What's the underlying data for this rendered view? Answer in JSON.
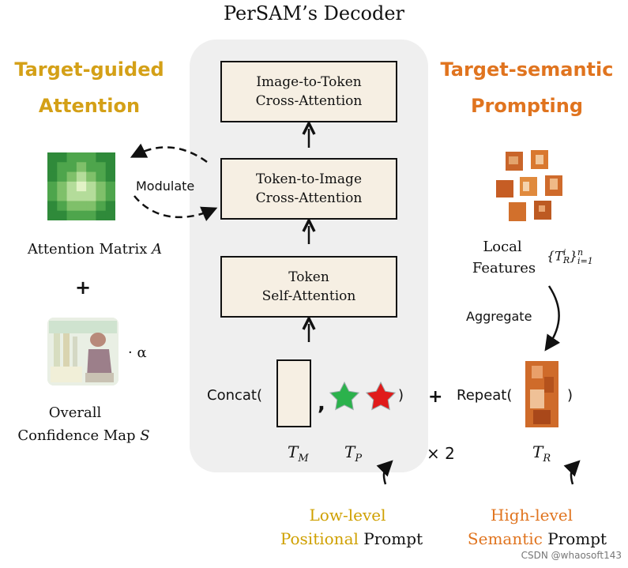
{
  "title": "PerSAM’s Decoder",
  "left": {
    "heading_line1": "Target-guided",
    "heading_line2": "Attention",
    "modulate": "Modulate",
    "attention_label": "Attention Matrix ",
    "attention_symbol": "A",
    "plus": "+",
    "alpha": "· α",
    "confidence_line1": "Overall",
    "confidence_line2": "Confidence Map ",
    "confidence_symbol": "S"
  },
  "decoder": {
    "box1_line1": "Image-to-Token",
    "box1_line2": "Cross-Attention",
    "box2_line1": "Token-to-Image",
    "box2_line2": "Cross-Attention",
    "box3_line1": "Token",
    "box3_line2": "Self-Attention",
    "concat": "Concat(",
    "comma": ",",
    "close_paren": ")",
    "tm": "T",
    "tm_sub": "M",
    "tp": "T",
    "tp_sub": "P",
    "times2": "× 2"
  },
  "right": {
    "heading_line1": "Target-semantic",
    "heading_line2": "Prompting",
    "local_line1": "Local",
    "local_line2": "Features",
    "set_notation": "{T",
    "set_sup": "i",
    "set_sub": "R",
    "set_close": "}",
    "set_range_top": "n",
    "set_range_bottom": "i=1",
    "aggregate": "Aggregate",
    "plus": "+",
    "repeat": "Repeat(",
    "close_paren": ")",
    "tr": "T",
    "tr_sub": "R"
  },
  "bottom": {
    "low_line1": "Low-level",
    "low_line2_colored": "Positional",
    "low_line2_rest": " Prompt",
    "high_line1": "High-level",
    "high_line2_colored": "Semantic",
    "high_line2_rest": " Prompt"
  },
  "watermark": "CSDN @whaosoft143",
  "colors": {
    "gold": "#d4a017",
    "orange": "#e0741f",
    "box_fill": "#f6efe3",
    "panel": "#efefef",
    "star_green": "#2bb24c",
    "star_red": "#e01b1b"
  }
}
